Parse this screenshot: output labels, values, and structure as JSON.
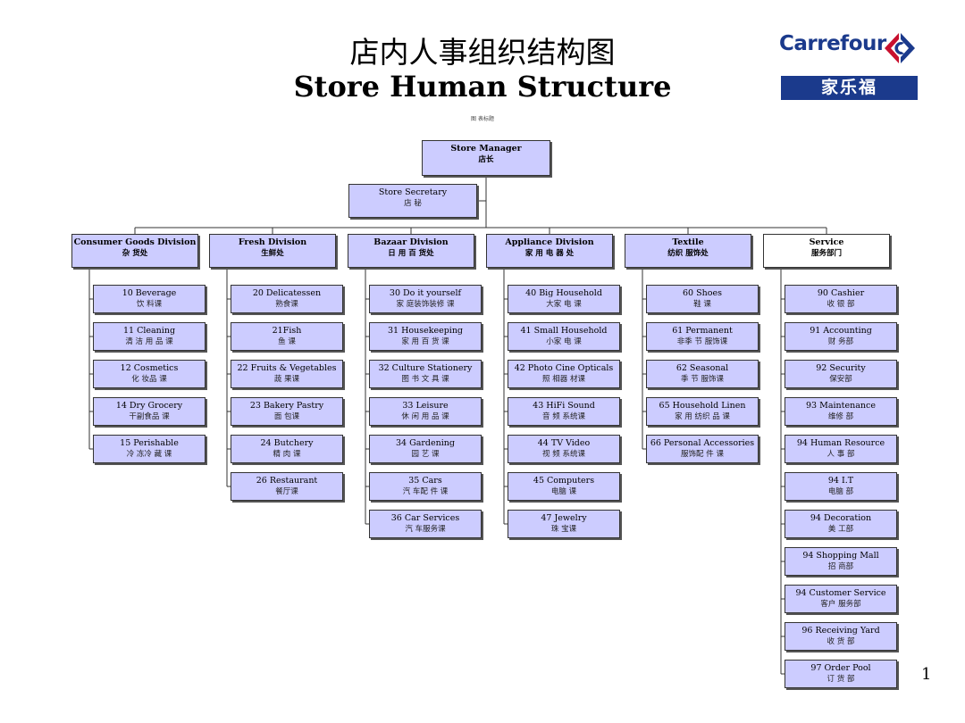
{
  "title_cn": "店内人事组织结构图",
  "title_en": "Store Human Structure",
  "subtitle_small": "图 表标题",
  "logo": {
    "word": "Carrefour",
    "cn": "家乐福",
    "brand_color": "#1b3a8c"
  },
  "page_number": "1",
  "colors": {
    "box_fill": "#ccccff",
    "box_border": "#333333",
    "line": "#333333"
  },
  "manager": {
    "en": "Store Manager",
    "cn": "店长"
  },
  "secretary": {
    "en": "Store Secretary",
    "cn": "店 秘"
  },
  "divisions": [
    {
      "en": "Consumer Goods Division",
      "cn": "杂 货处",
      "items": [
        {
          "en": "10 Beverage",
          "cn": "饮 料课"
        },
        {
          "en": "11 Cleaning",
          "cn": "清 洁 用 品 课"
        },
        {
          "en": "12 Cosmetics",
          "cn": "化 妆品 课"
        },
        {
          "en": "14 Dry Grocery",
          "cn": "干副食品 课"
        },
        {
          "en": "15 Perishable",
          "cn": "冷 冻冷 藏 课"
        }
      ]
    },
    {
      "en": "Fresh Division",
      "cn": "生鲜处",
      "items": [
        {
          "en": "20 Delicatessen",
          "cn": "熟食课"
        },
        {
          "en": "21Fish",
          "cn": "鱼 课"
        },
        {
          "en": "22 Fruits & Vegetables",
          "cn": "蔬 果课"
        },
        {
          "en": "23 Bakery Pastry",
          "cn": "面 包课"
        },
        {
          "en": "24 Butchery",
          "cn": "精 肉 课"
        },
        {
          "en": "26 Restaurant",
          "cn": "餐厅课"
        }
      ]
    },
    {
      "en": "Bazaar Division",
      "cn": "日 用 百 货处",
      "items": [
        {
          "en": "30 Do it yourself",
          "cn": "家 庭装饰装修 课"
        },
        {
          "en": "31 Housekeeping",
          "cn": "家 用 百 货 课"
        },
        {
          "en": "32 Culture Stationery",
          "cn": "图 书 文 具 课"
        },
        {
          "en": "33 Leisure",
          "cn": "休 闲 用 品 课"
        },
        {
          "en": "34 Gardening",
          "cn": "园 艺 课"
        },
        {
          "en": "35 Cars",
          "cn": "汽 车配 件 课"
        },
        {
          "en": "36 Car Services",
          "cn": "汽 车服务课"
        }
      ]
    },
    {
      "en": "Appliance Division",
      "cn": "家 用 电 器 处",
      "items": [
        {
          "en": "40 Big Household",
          "cn": "大家 电 课"
        },
        {
          "en": "41 Small Household",
          "cn": "小家 电 课"
        },
        {
          "en": "42 Photo Cine Opticals",
          "cn": "照 相器 材课"
        },
        {
          "en": "43 HiFi Sound",
          "cn": "音 频 系统课"
        },
        {
          "en": "44 TV Video",
          "cn": "视 频 系统课"
        },
        {
          "en": "45 Computers",
          "cn": "电脑 课"
        },
        {
          "en": "47 Jewelry",
          "cn": "珠 宝课"
        }
      ]
    },
    {
      "en": "Textile",
      "cn": "纺织 服饰处",
      "items": [
        {
          "en": "60 Shoes",
          "cn": "鞋 课"
        },
        {
          "en": "61 Permanent",
          "cn": "非季 节 服饰课"
        },
        {
          "en": "62 Seasonal",
          "cn": "季 节 服饰课"
        },
        {
          "en": "65 Household Linen",
          "cn": "家 用 纺织 品 课"
        },
        {
          "en": "66 Personal Accessories",
          "cn": "服饰配 件 课"
        }
      ]
    },
    {
      "en": "Service",
      "cn": "服务部门",
      "items": [
        {
          "en": "90 Cashier",
          "cn": "收 银 部"
        },
        {
          "en": "91 Accounting",
          "cn": "财 务部"
        },
        {
          "en": "92 Security",
          "cn": "保安部"
        },
        {
          "en": "93 Maintenance",
          "cn": "维修 部"
        },
        {
          "en": "94 Human Resource",
          "cn": "人 事 部"
        },
        {
          "en": "94 I.T",
          "cn": "电脑 部"
        },
        {
          "en": "94 Decoration",
          "cn": "美 工部"
        },
        {
          "en": "94 Shopping Mall",
          "cn": "招 商部"
        },
        {
          "en": "94 Customer Service",
          "cn": "客户 服务部"
        },
        {
          "en": "96 Receiving Yard",
          "cn": "收 货 部"
        },
        {
          "en": "97 Order Pool",
          "cn": "订 货 部"
        }
      ]
    }
  ]
}
